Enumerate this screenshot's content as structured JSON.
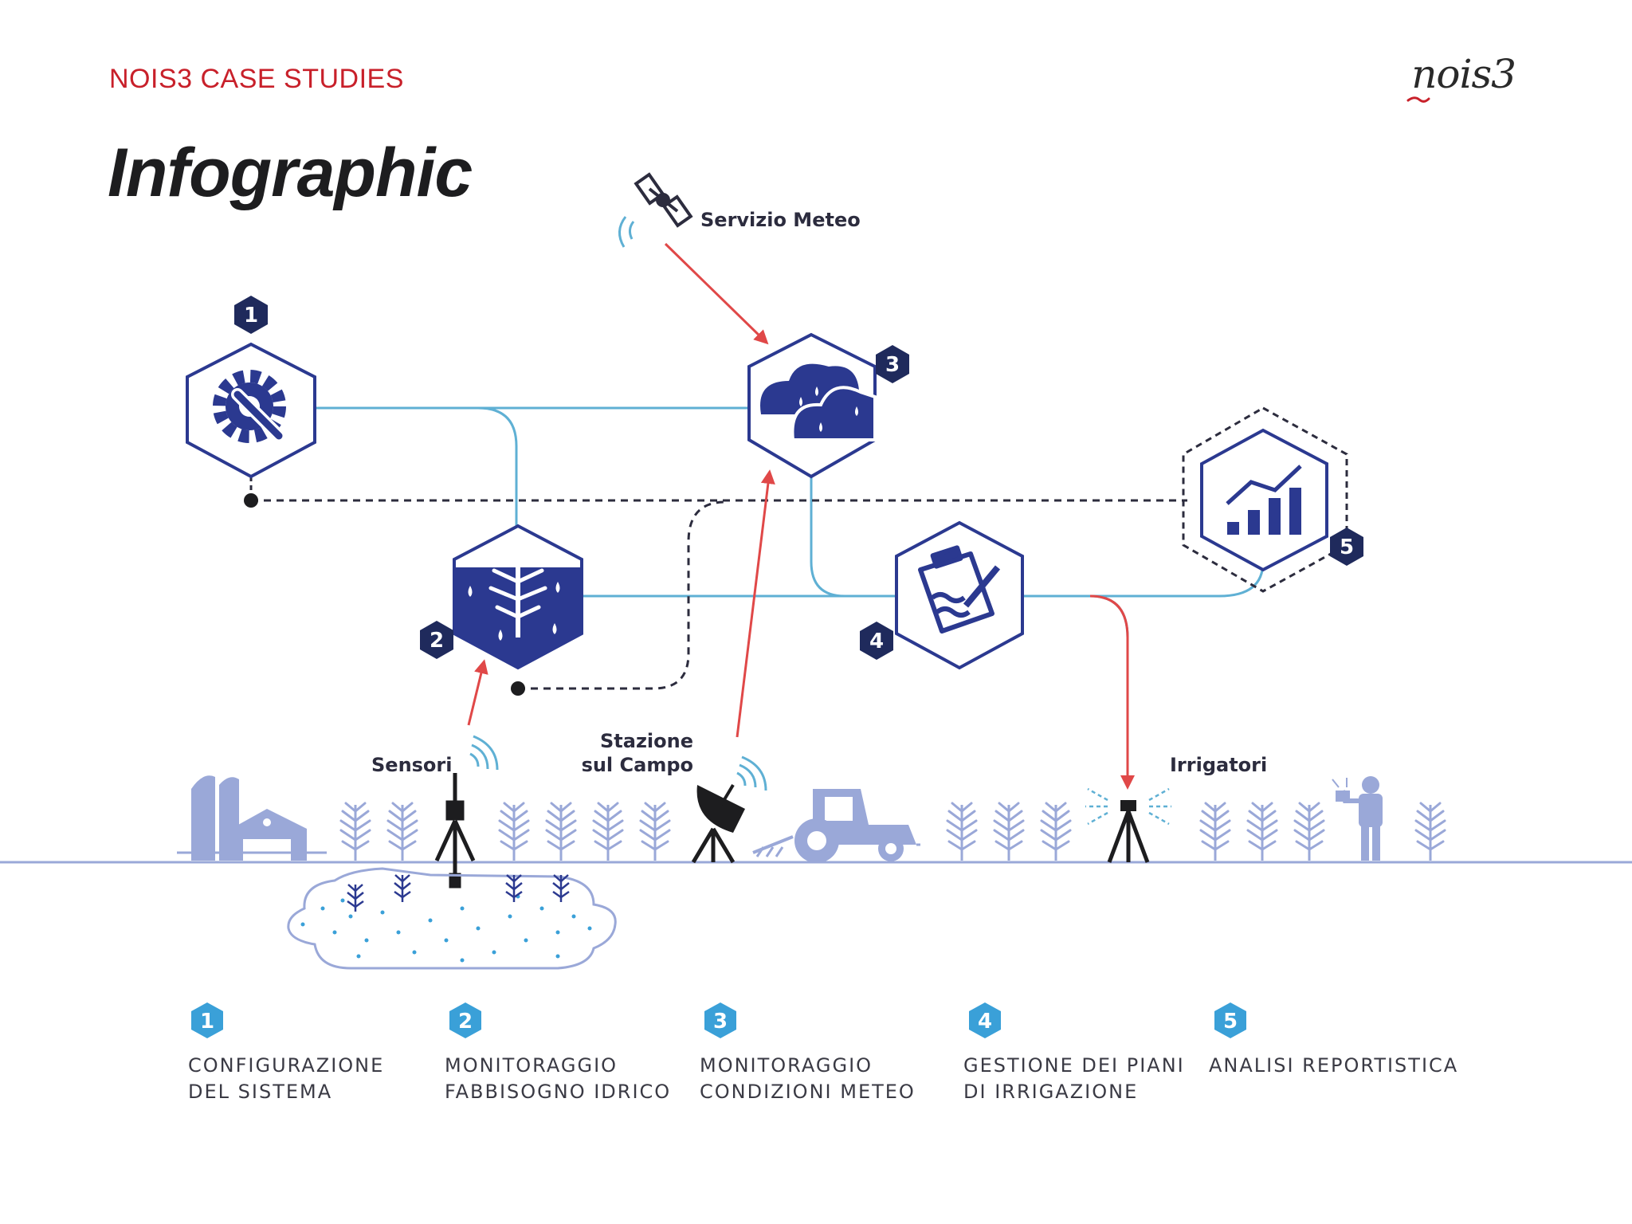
{
  "header": {
    "case_label": "NOIS3 CASE STUDIES",
    "logo_text": "nois3",
    "title": "Infographic"
  },
  "colors": {
    "brand_red": "#c8202a",
    "navy": "#2b3990",
    "line_blue": "#5fb0d4",
    "light_blue": "#9aa8d8",
    "arrow_red": "#e04848",
    "badge_blue": "#3aa0d8"
  },
  "diagram": {
    "nodes": [
      {
        "number": "1",
        "icon": "gear-wrench-icon"
      },
      {
        "number": "2",
        "icon": "soil-roots-icon"
      },
      {
        "number": "3",
        "icon": "rain-clouds-icon"
      },
      {
        "number": "4",
        "icon": "clipboard-plan-icon"
      },
      {
        "number": "5",
        "icon": "bar-chart-icon"
      }
    ],
    "labels": {
      "meteo_service": "Servizio Meteo",
      "sensors": "Sensori",
      "station_line1": "Stazione",
      "station_line2": "sul Campo",
      "irrigators": "Irrigatori"
    }
  },
  "legend": [
    {
      "number": "1",
      "line1": "CONFIGURAZIONE",
      "line2": "DEL SISTEMA"
    },
    {
      "number": "2",
      "line1": "MONITORAGGIO",
      "line2": "FABBISOGNO IDRICO"
    },
    {
      "number": "3",
      "line1": "MONITORAGGIO",
      "line2": "CONDIZIONI METEO"
    },
    {
      "number": "4",
      "line1": "GESTIONE DEI PIANI",
      "line2": "DI IRRIGAZIONE"
    },
    {
      "number": "5",
      "line1": "ANALISI REPORTISTICA",
      "line2": ""
    }
  ]
}
